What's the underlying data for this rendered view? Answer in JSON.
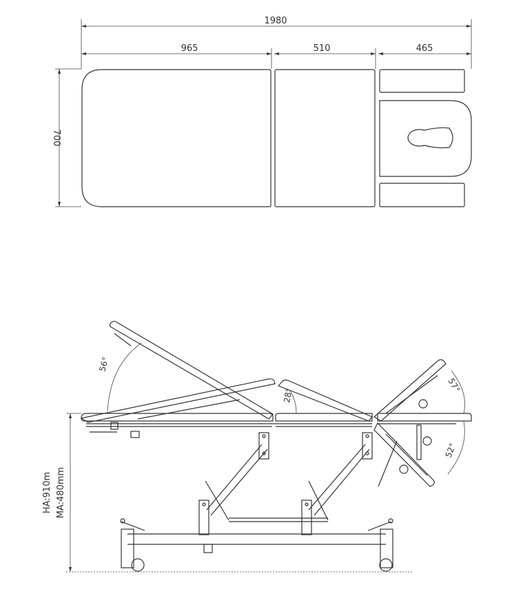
{
  "dimensions": {
    "overall_length": "1980",
    "section_back": "965",
    "section_middle": "510",
    "section_head": "465",
    "width": "700"
  },
  "heights": {
    "max_height": "HA:910m",
    "min_height": "MA:480mm"
  },
  "angles": {
    "back_rest": "56°",
    "middle_section": "28°",
    "head_up": "57°",
    "head_down": "52°"
  }
}
